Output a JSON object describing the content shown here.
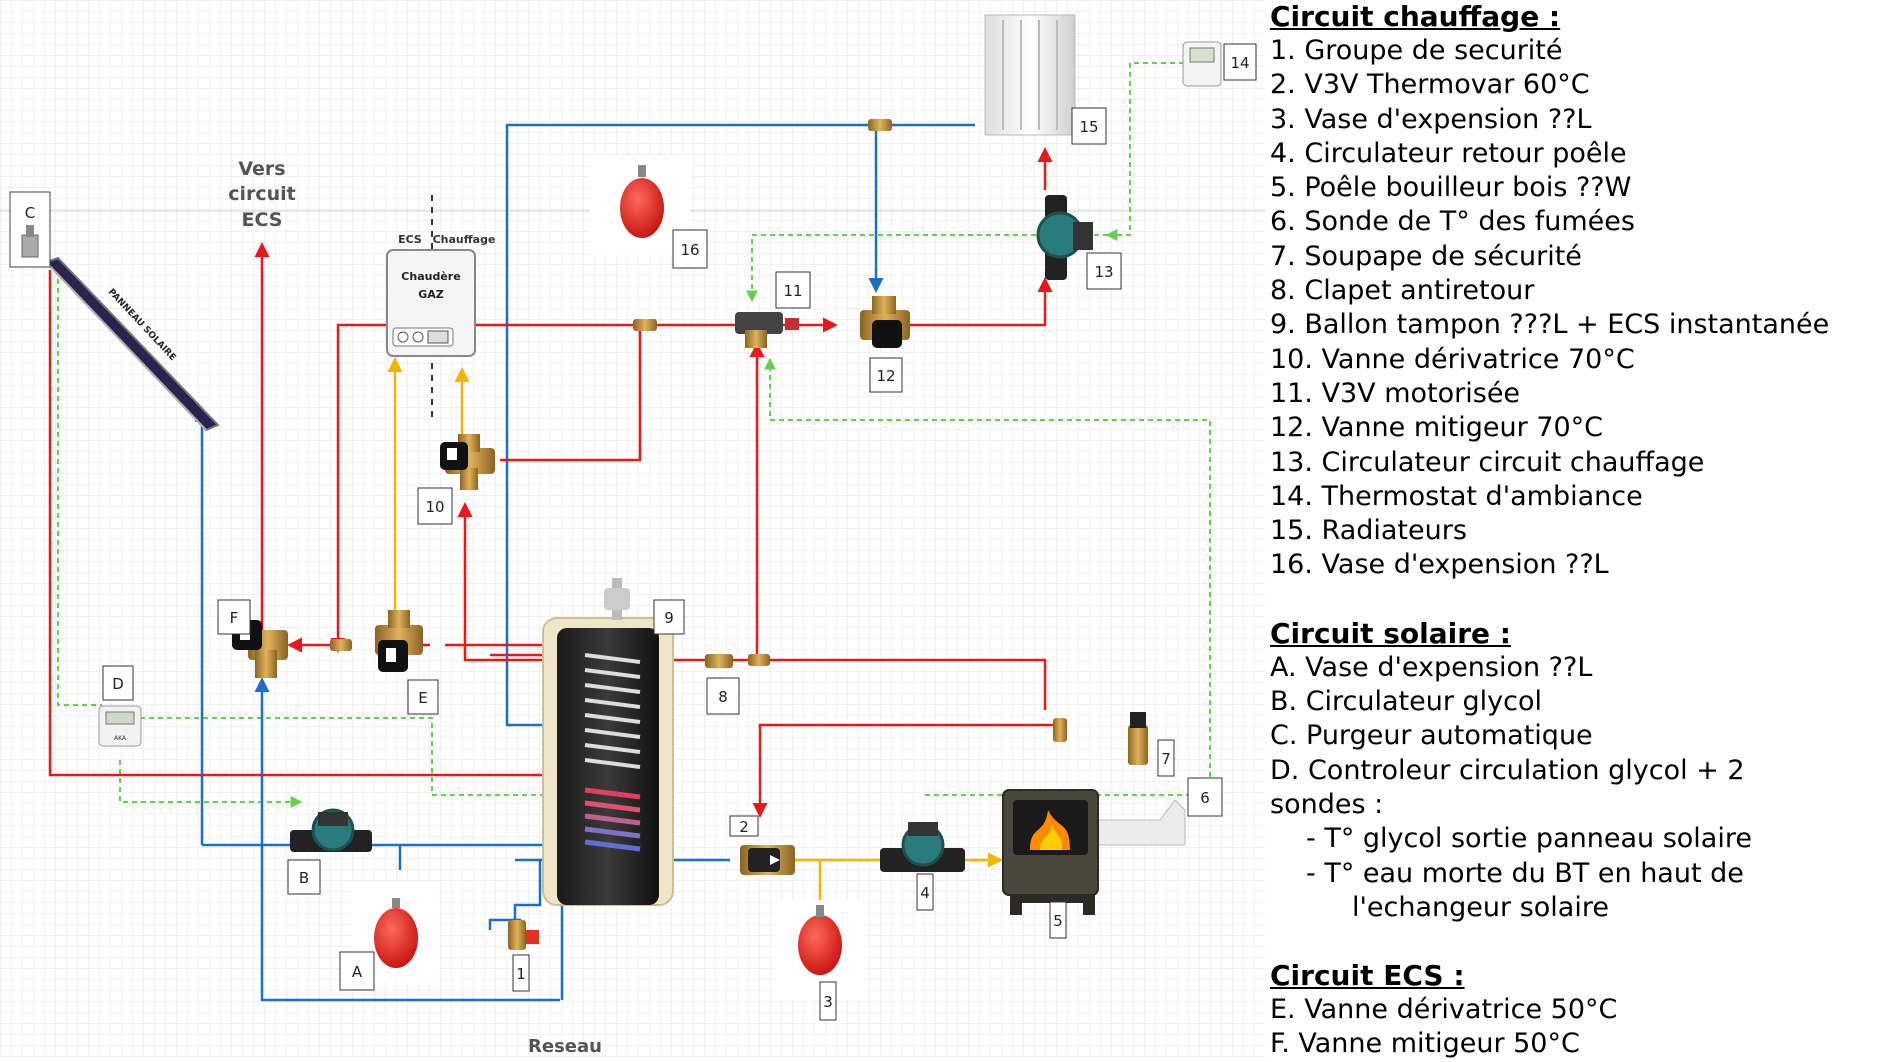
{
  "diagram": {
    "labels": {
      "vers": "Vers",
      "circuit": "circuit",
      "ecs": "ECS",
      "reseau": "Reseau",
      "panneau": "PANNEAU SOLAIRE",
      "boiler_ecs": "ECS",
      "boiler_chauffage": "Chauffage",
      "boiler_name1": "Chaudère",
      "boiler_name2": "GAZ",
      "controller_brand": "AKA"
    },
    "tags": {
      "t1": "1",
      "t2": "2",
      "t3": "3",
      "t4": "4",
      "t5": "5",
      "t6": "6",
      "t7": "7",
      "t8": "8",
      "t9": "9",
      "t10": "10",
      "t11": "11",
      "t12": "12",
      "t13": "13",
      "t14": "14",
      "t15": "15",
      "t16": "16",
      "tA": "A",
      "tB": "B",
      "tC": "C",
      "tD": "D",
      "tE": "E",
      "tF": "F"
    },
    "colors": {
      "hot": "#e8191b",
      "cold": "#1c6fc4",
      "gas": "#f4b400",
      "signal": "#63d14f",
      "grid": "#e3e3e3"
    }
  },
  "legend": {
    "chauffage": {
      "title": "Circuit chauffage :",
      "items": [
        "1. Groupe de securité",
        "2. V3V Thermovar 60°C",
        "3. Vase d'expension ??L",
        "4. Circulateur  retour poêle",
        "5. Poêle bouilleur bois ??W",
        "6. Sonde de T° des fumées",
        "7. Soupape de sécurité",
        "8. Clapet antiretour",
        "9. Ballon tampon ???L + ECS instantanée",
        "10. Vanne dérivatrice 70°C",
        "11. V3V motorisée",
        "12. Vanne mitigeur 70°C",
        "13. Circulateur circuit chauffage",
        "14. Thermostat d'ambiance",
        "15. Radiateurs",
        "16. Vase d'expension ??L"
      ]
    },
    "solaire": {
      "title": "Circuit solaire :",
      "items": [
        "A. Vase d'expension ??L",
        "B. Circulateur glycol",
        "C. Purgeur automatique",
        "D. Controleur circulation glycol + 2",
        "sondes :",
        "- T° glycol sortie panneau solaire",
        "- T° eau morte du BT en haut de",
        "l'echangeur solaire"
      ]
    },
    "ecs": {
      "title": "Circuit ECS :",
      "items": [
        "E. Vanne dérivatrice 50°C",
        "F. Vanne mitigeur 50°C"
      ]
    }
  }
}
